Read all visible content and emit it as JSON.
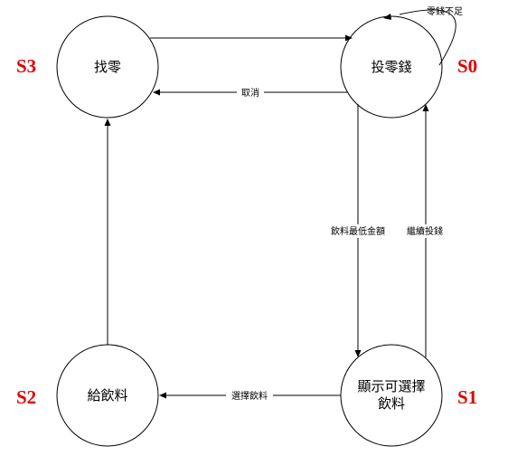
{
  "states": {
    "s0": {
      "id": "S0",
      "name": "投零錢"
    },
    "s1": {
      "id": "S1",
      "name_line1": "顯示可選擇",
      "name_line2": "飲料"
    },
    "s2": {
      "id": "S2",
      "name": "給飲料"
    },
    "s3": {
      "id": "S3",
      "name": "找零"
    }
  },
  "transitions": {
    "s0_self": "零錢不足",
    "s0_to_s3": "取消",
    "s0_to_s1": "飲料最低金額",
    "s1_to_s0": "繼續投錢",
    "s1_to_s2": "選擇飲料"
  },
  "colors": {
    "state_id": "#e00000",
    "line": "#000000"
  }
}
